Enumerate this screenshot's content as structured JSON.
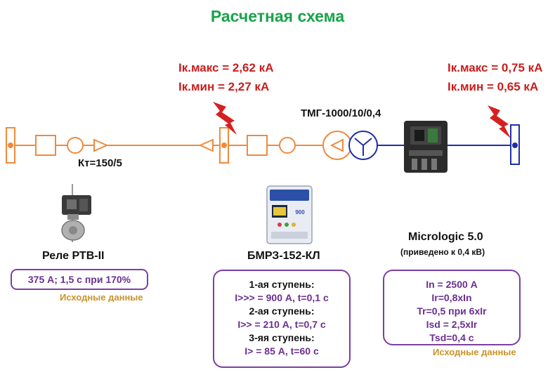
{
  "title": "Расчетная схема",
  "fault_left": {
    "ikmax": "Iк.макс = 2,62 кА",
    "ikmin": "Iк.мин = 2,27 кА"
  },
  "fault_right": {
    "ikmax": "Iк.макс = 0,75 кА",
    "ikmin": "Iк.мин = 0,65 кА"
  },
  "ct_ratio": "Кт=150/5",
  "transformer": "ТМГ-1000/10/0,4",
  "relay": {
    "name": "Реле РТВ-II",
    "setting": "375 А; 1,5 с при 170%",
    "source": "Исходные данные"
  },
  "bmrz": {
    "name": "БМРЗ-152-КЛ",
    "lines": [
      {
        "text": "1-ая ступень:",
        "head": true
      },
      {
        "text": "I>>> = 900 А, t=0,1 с",
        "head": false
      },
      {
        "text": "2-ая ступень:",
        "head": true
      },
      {
        "text": "I>> = 210 А, t=0,7 с",
        "head": false
      },
      {
        "text": "3-яя ступень:",
        "head": true
      },
      {
        "text": "I> = 85 А, t=60 с",
        "head": false
      }
    ],
    "device_display": "900"
  },
  "micrologic": {
    "name": "Micrologic 5.0",
    "note": "(приведено к 0,4 кВ)",
    "lines": [
      "In = 2500 А",
      "Ir=0,8xIn",
      "Tr=0,5 при 6xIr",
      "Isd = 2,5xIr",
      "Tsd=0,4 с"
    ],
    "source": "Исходные данные"
  },
  "colors": {
    "hv": "#f08a3c",
    "lv": "#1f2fa6",
    "fault": "#c81e1e",
    "title": "#1aa34a",
    "box": "#7b3fa0",
    "source": "#c9932a"
  },
  "icons": [
    "lightning-icon",
    "relay-rtv-icon",
    "bmrz-device-icon",
    "circuit-breaker-icon"
  ]
}
